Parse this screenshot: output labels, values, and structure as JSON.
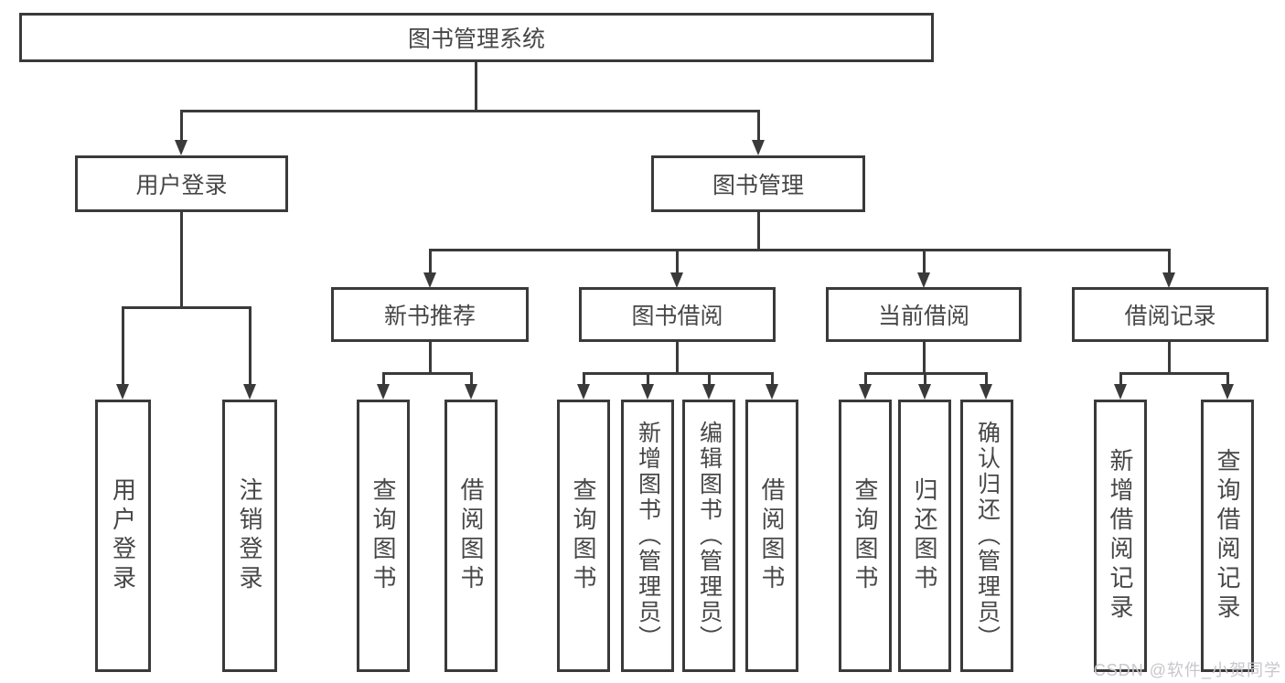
{
  "tree": {
    "root": {
      "label": "图书管理系统",
      "children": [
        {
          "label": "用户登录",
          "children": [
            {
              "label": "用户登录"
            },
            {
              "label": "注销登录"
            }
          ]
        },
        {
          "label": "图书管理",
          "children": [
            {
              "label": "新书推荐",
              "children": [
                {
                  "label": "查询图书"
                },
                {
                  "label": "借阅图书"
                }
              ]
            },
            {
              "label": "图书借阅",
              "children": [
                {
                  "label": "查询图书"
                },
                {
                  "label": "新增图书（管理员）"
                },
                {
                  "label": "编辑图书（管理员）"
                },
                {
                  "label": "借阅图书"
                }
              ]
            },
            {
              "label": "当前借阅",
              "children": [
                {
                  "label": "查询图书"
                },
                {
                  "label": "归还图书"
                },
                {
                  "label": "确认归还（管理员）"
                }
              ]
            },
            {
              "label": "借阅记录",
              "children": [
                {
                  "label": "新增借阅记录"
                },
                {
                  "label": "查询借阅记录"
                }
              ]
            }
          ]
        }
      ]
    }
  },
  "watermark": "CSDN @软件_小贺同学",
  "colors": {
    "line": "#3a3a3a",
    "text": "#474747",
    "box_background": "#ffffff",
    "watermark": "#c7c7cc"
  }
}
